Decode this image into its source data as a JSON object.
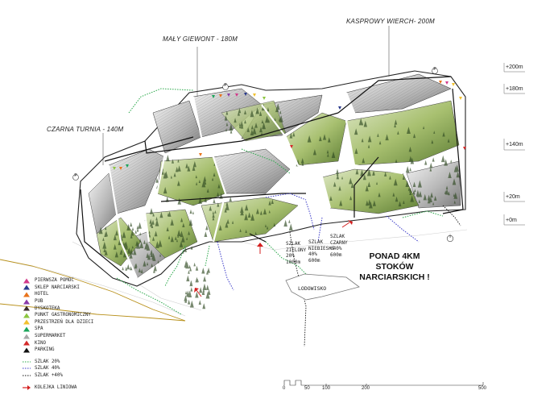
{
  "peaks": {
    "maly_giewont": "MAŁY GIEWONT - 180M",
    "kasprowy_wierch": "KASPROWY WIERCH- 200M",
    "czarna_turnia": "CZARNA TURNIA - 140M"
  },
  "elevations": [
    "+200m",
    "+180m",
    "+140m",
    "+20m",
    "+0m"
  ],
  "trails": {
    "green": {
      "name_line1": "SZLAK",
      "name_line2": "ZIELONY",
      "grade": "20%",
      "length": "1000m"
    },
    "blue": {
      "name_line1": "SZLAK",
      "name_line2": "NIEBIESKI",
      "grade": "40%",
      "length": "600m"
    },
    "black": {
      "name_line1": "SZLAK",
      "name_line2": "CZARNY",
      "grade": "+40%",
      "length": "600m"
    }
  },
  "headline": {
    "line1": "PONAD 4KM",
    "line2": "STOKÓW",
    "line3": "NARCIARSKICH !"
  },
  "glacier": "LODOWISKO",
  "map_markers": {
    "info_symbol": "i",
    "parking_symbol": "P"
  },
  "legend": {
    "items": [
      {
        "label": "PIERWSZA POMOC",
        "icon": "first-aid-icon",
        "color": "#d23a8a"
      },
      {
        "label": "SKLEP NARCIARSKI",
        "icon": "ski-shop-icon",
        "color": "#2a3a8c"
      },
      {
        "label": "HOTEL",
        "icon": "hotel-icon",
        "color": "#e8731c"
      },
      {
        "label": "PUB",
        "icon": "pub-icon",
        "color": "#8a3aa8"
      },
      {
        "label": "DYSKOTEKA",
        "icon": "disco-icon",
        "color": "#3a2a2a"
      },
      {
        "label": "PUNKT GASTRONOMICZNY",
        "icon": "restaurant-icon",
        "color": "#8cc63f"
      },
      {
        "label": "PRZESTRZEŃ DLA DZIECI",
        "icon": "kids-area-icon",
        "color": "#f2c12e"
      },
      {
        "label": "SPA",
        "icon": "spa-icon",
        "color": "#1aa55a"
      },
      {
        "label": "SUPERMARKET",
        "icon": "supermarket-icon",
        "color": "#a8a8a8"
      },
      {
        "label": "KINO",
        "icon": "cinema-icon",
        "color": "#d42a2a"
      },
      {
        "label": "PARKING",
        "icon": "parking-icon",
        "color": "#111111"
      }
    ],
    "trails": [
      {
        "label": "SZLAK 20%",
        "icon": "green-dotted-line-icon",
        "color": "#2aa84a"
      },
      {
        "label": "SZLAK 40%",
        "icon": "blue-dotted-line-icon",
        "color": "#3a3ac8"
      },
      {
        "label": "SZLAK +40%",
        "icon": "black-dotted-line-icon",
        "color": "#111111"
      }
    ],
    "cable": {
      "label": "KOLEJKA LINIOWA",
      "icon": "red-arrow-icon",
      "color": "#d42020"
    }
  },
  "scale": {
    "ticks": [
      "0",
      "50",
      "100",
      "200",
      "500"
    ]
  }
}
